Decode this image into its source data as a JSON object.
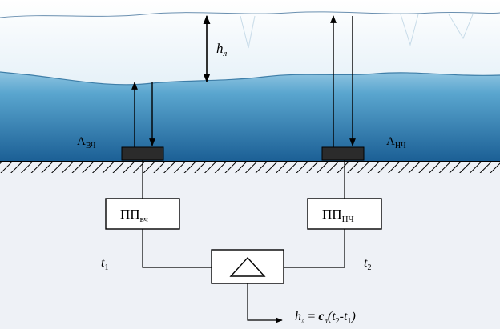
{
  "diagram": {
    "labels": {
      "ice_thickness": "h",
      "ice_thickness_sub": "л",
      "antenna_hf": "А",
      "antenna_hf_sub": "ВЧ",
      "antenna_lf": "А",
      "antenna_lf_sub": "НЧ",
      "transceiver_hf": "ПП",
      "transceiver_hf_sub": "вч",
      "transceiver_lf": "ПП",
      "transceiver_lf_sub": "НЧ",
      "time_1": "t",
      "time_1_sub": "1",
      "time_2": "t",
      "time_2_sub": "2"
    },
    "formula": {
      "lhs": "h",
      "lhs_sub": "л",
      "eq": " = ",
      "c": "c",
      "c_sub": "л",
      "open": "(t",
      "t2_sub": "2",
      "minus": "-t",
      "t1_sub": "1",
      "close": ")"
    },
    "colors": {
      "ice": "#f4f8fb",
      "water_deep": "#1d6fa6",
      "water_light": "#a8d4ea",
      "line": "#000000"
    }
  }
}
